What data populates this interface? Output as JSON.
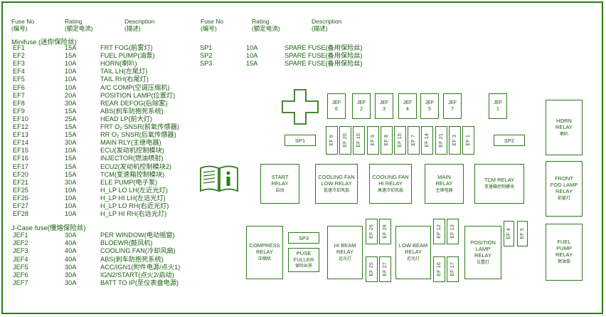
{
  "headers": {
    "left": {
      "fuse_no": "Fuse No",
      "fuse_no_cn": "(编号)",
      "rating": "Rating",
      "rating_cn": "(额定电流)",
      "desc": "Description",
      "desc_cn": "(描述)"
    },
    "right": {
      "fuse_no": "Fuse  No",
      "fuse_no_cn": "(编号)",
      "rating": "Rating",
      "rating_cn": "(额定电流)",
      "desc": "Description",
      "desc_cn": "(描述)"
    }
  },
  "minifuse_title": "Minifuse (迷你保险丝)",
  "jcase_title": "J-Case fuse(慢熔保险丝)",
  "minifuse": [
    {
      "no": "EF1",
      "rating": "15A",
      "desc": "FRT FOG(前雾灯)"
    },
    {
      "no": "EF2",
      "rating": "15A",
      "desc": "FUEL PUMP(油泵)"
    },
    {
      "no": "EF3",
      "rating": "10A",
      "desc": "HORN(喇叭)"
    },
    {
      "no": "EF4",
      "rating": "10A",
      "desc": "TAIL LH(左尾灯)"
    },
    {
      "no": "EF5",
      "rating": "10A",
      "desc": "TAIL RH(右尾灯)"
    },
    {
      "no": "EF6",
      "rating": "10A",
      "desc": "A/C COMP(空调压缩机)"
    },
    {
      "no": "EF7",
      "rating": "20A",
      "desc": "POSITION LAMP(位置灯)"
    },
    {
      "no": "EF8",
      "rating": "30A",
      "desc": "REAR DEFOG(后除雾)"
    },
    {
      "no": "EF9",
      "rating": "15A",
      "desc": "ABS(刹车防抱死系统)"
    },
    {
      "no": "EF10",
      "rating": "25A",
      "desc": "HEAD LP(前大灯)"
    },
    {
      "no": "EF12",
      "rating": "15A",
      "desc": "FRT O₂ SNSR(前氧传感器)"
    },
    {
      "no": "EF13",
      "rating": "15A",
      "desc": "RR O₂ SNSR(后氧传感器)"
    },
    {
      "no": "EF14",
      "rating": "30A",
      "desc": "MAIN RLY(主继电器)"
    },
    {
      "no": "EF15",
      "rating": "10A",
      "desc": "ECU(发动机控制模块)"
    },
    {
      "no": "EF16",
      "rating": "15A",
      "desc": "INJECTOR(燃油喷射)"
    },
    {
      "no": "EF17",
      "rating": "15A",
      "desc": "ECU2(发动机控制模块2)"
    },
    {
      "no": "EF20",
      "rating": "15A",
      "desc": "TCM(变速箱控制模块)"
    },
    {
      "no": "EF21",
      "rating": "30A",
      "desc": "ELE PUMP(电子泵)"
    },
    {
      "no": "EF25",
      "rating": "10A",
      "desc": "H_LP LO LH(左近光灯)"
    },
    {
      "no": "EF26",
      "rating": "10A",
      "desc": "H_LP HI LH(左远光灯)"
    },
    {
      "no": "EF27",
      "rating": "10A",
      "desc": "H_LP LO RH(右近光灯)"
    },
    {
      "no": "EF28",
      "rating": "10A",
      "desc": "H_LP HI RH(右远光灯)"
    }
  ],
  "jcase": [
    {
      "no": "JEF1",
      "rating": "30A",
      "desc": "PER WINDOW(电动摇窗)"
    },
    {
      "no": "JEF2",
      "rating": "40A",
      "desc": "BLOEWR(鼓风机)"
    },
    {
      "no": "JEF3",
      "rating": "40A",
      "desc": "COOLING FAN(冷却风扇)"
    },
    {
      "no": "JEF4",
      "rating": "40A",
      "desc": "ABS(刹车防抱死系统)"
    },
    {
      "no": "JEF5",
      "rating": "30A",
      "desc": "ACC/IGN1(附件电源/点火1)"
    },
    {
      "no": "JEF6",
      "rating": "30A",
      "desc": "IGN2/START(点火2/启动)"
    },
    {
      "no": "JEF7",
      "rating": "30A",
      "desc": "BATT TO IP(至仪表盘电源)"
    }
  ],
  "spare": [
    {
      "no": "SP1",
      "rating": "10A",
      "desc": "SPARE FUSE(备用保险丝)"
    },
    {
      "no": "SP2",
      "rating": "10A",
      "desc": "SPARE FUSE(备用保险丝)"
    },
    {
      "no": "SP3",
      "rating": "15A",
      "desc": "SPARE FUSE(备用保险丝)"
    }
  ],
  "diagram": {
    "jef_label": "JEF",
    "jef_top": [
      "6",
      "2",
      "3",
      "4",
      "5",
      "7"
    ],
    "jef1": "1",
    "sp1": "SP1",
    "sp2": "SP2",
    "sp3": "SP3",
    "ef_row": [
      "EF 6",
      "EF 20",
      "EF 10",
      "EF 9",
      "EF 8",
      "EF 15",
      "EF 7",
      "EF 14",
      "EF 21",
      "EF 3",
      "EF 1"
    ],
    "ef_lower": {
      "ef26": "EF 26",
      "ef28": "EF 28",
      "ef25": "EF 25",
      "ef27": "EF 27",
      "ef12": "EF 12",
      "ef13": "EF 13",
      "ef16": "EF 16",
      "ef17": "EF 17",
      "ef4": "EF 4",
      "ef5": "EF 5"
    },
    "relays": {
      "horn": {
        "name": "HORN RELAY",
        "cn": "喇叭"
      },
      "front_fog": {
        "name": "FRONT FOG LAMP RELAY",
        "cn": "前雾灯"
      },
      "fuel_pump": {
        "name": "FUEL PUMP RELAY",
        "cn": "燃油泵"
      },
      "start": {
        "name": "START RELAY",
        "cn": "启动"
      },
      "cooling_low": {
        "name": "COOLING FAN LOW RELAY",
        "cn": "低速冷却风扇"
      },
      "cooling_hi": {
        "name": "COOLING FAN HI RELAY",
        "cn": "高速冷却风扇"
      },
      "main": {
        "name": "MAIN RELAY",
        "cn": "主继电器"
      },
      "tcm": {
        "name": "TCM RELAY",
        "cn": "变速箱控制模块"
      },
      "compress": {
        "name": "COMPRESS RELAY",
        "cn": "压缩机"
      },
      "hi_beam": {
        "name": "HI BEAM RELAY",
        "cn": "远光灯"
      },
      "low_beam": {
        "name": "LOW BEAM RELAY",
        "cn": "近光灯"
      },
      "position": {
        "name": "POSITION LAMP RELAY",
        "cn": "位置灯"
      }
    },
    "fuse_fuller": {
      "name": "PUSE FULLER",
      "cn": "保险丝夹"
    }
  }
}
